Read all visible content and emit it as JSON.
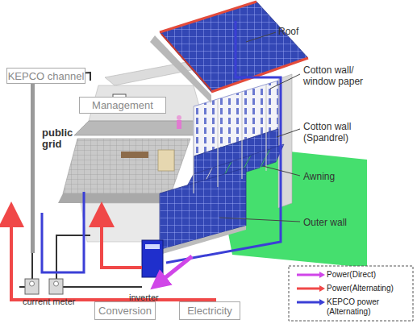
{
  "diagram": {
    "nodes": [
      {
        "text": [
          "KEPCO channel"
        ]
      },
      {
        "text": [
          "Management"
        ]
      },
      {
        "text": [
          "Conversion"
        ]
      },
      {
        "text": [
          "Electricity"
        ]
      }
    ],
    "labels": [
      "Roof",
      "Cotton wall/ window paper",
      "Cotton wall (Spandrel)",
      "Awning",
      "Outer wall",
      "public grid",
      "current meter",
      "inverter"
    ],
    "legend": [
      {
        "text": "Power(Direct)"
      },
      {
        "text": "Power(Alternating)"
      },
      {
        "text": "KEPCO power (Alternating)"
      }
    ]
  }
}
